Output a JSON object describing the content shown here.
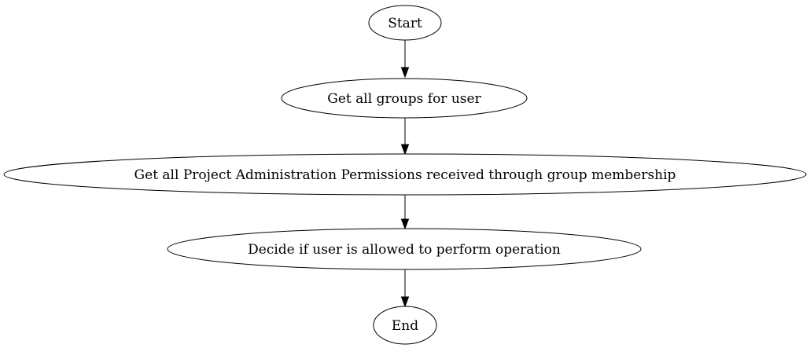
{
  "diagram": {
    "type": "flowchart",
    "background_color": "#ffffff",
    "stroke_color": "#000000",
    "text_color": "#000000",
    "node_shape": "ellipse",
    "nodes": [
      {
        "id": "start",
        "label": "Start"
      },
      {
        "id": "get-groups",
        "label": "Get all groups for user"
      },
      {
        "id": "get-permissions",
        "label": "Get all Project Administration Permissions received through group membership"
      },
      {
        "id": "decide",
        "label": "Decide if user is allowed to perform operation"
      },
      {
        "id": "end",
        "label": "End"
      }
    ],
    "edges": [
      {
        "from": "start",
        "to": "get-groups"
      },
      {
        "from": "get-groups",
        "to": "get-permissions"
      },
      {
        "from": "get-permissions",
        "to": "decide"
      },
      {
        "from": "decide",
        "to": "end"
      }
    ]
  }
}
